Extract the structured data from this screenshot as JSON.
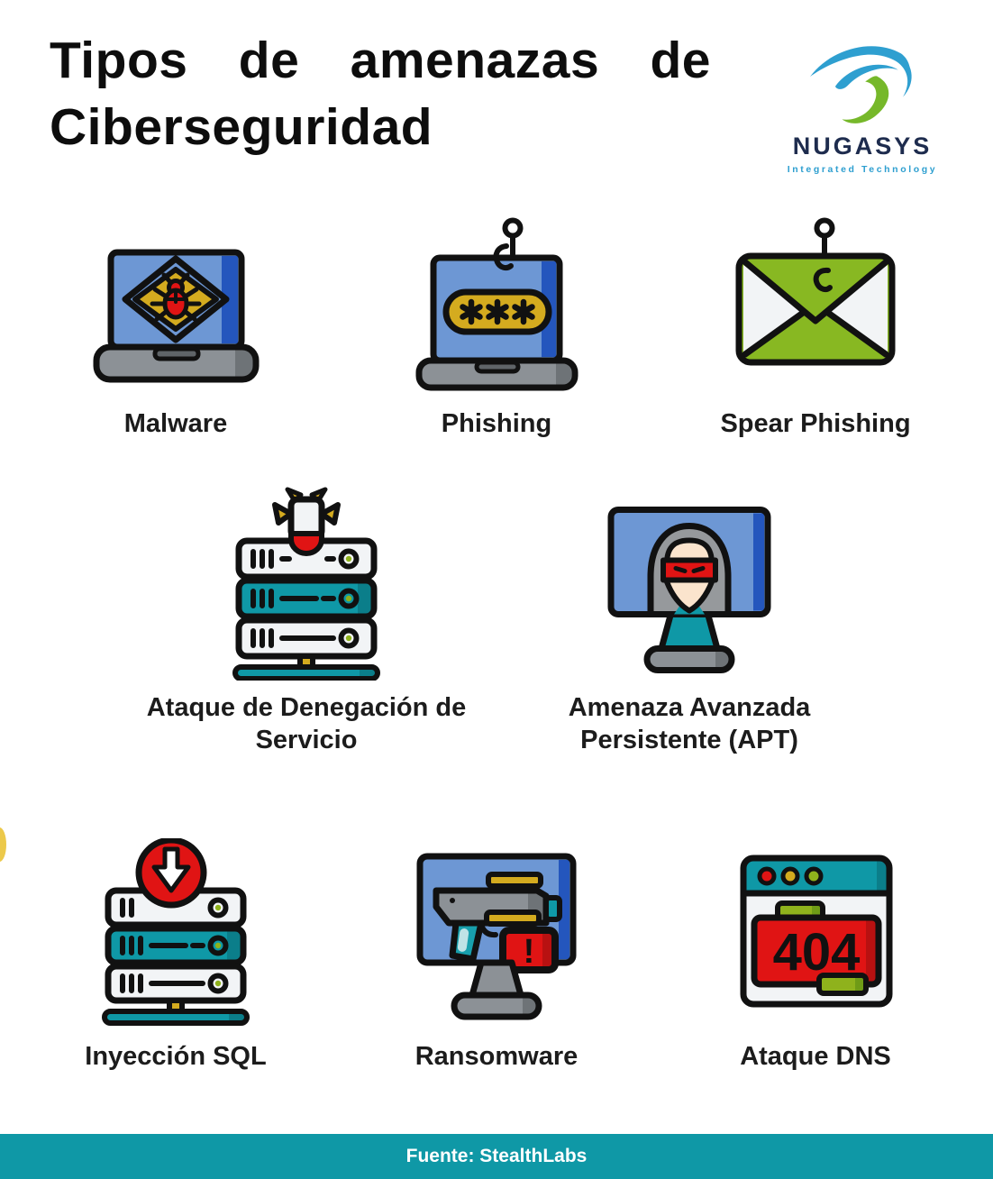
{
  "page": {
    "title_line1": "Tipos de amenazas de",
    "title_line2": "Ciberseguridad",
    "background": "#ffffff"
  },
  "logo": {
    "name": "NUGASYS",
    "tagline": "Integrated Technology",
    "name_color": "#1e2c4e",
    "tagline_color": "#2e9fd0",
    "swoosh_blue": "#2e9fd0",
    "swoosh_green": "#76b82a"
  },
  "threats": [
    {
      "id": "malware",
      "label": "Malware",
      "icon": "malware-laptop-bug-icon"
    },
    {
      "id": "phishing",
      "label": "Phishing",
      "icon": "phishing-laptop-password-hook-icon"
    },
    {
      "id": "spear-phishing",
      "label": "Spear Phishing",
      "icon": "spear-phishing-envelope-hook-icon"
    },
    {
      "id": "dos",
      "label": "Ataque de Denegación de Servicio",
      "icon": "dos-server-bomb-icon"
    },
    {
      "id": "apt",
      "label": "Amenaza Avanzada Persistente (APT)",
      "icon": "apt-hacker-monitor-icon"
    },
    {
      "id": "sql-injection",
      "label": "Inyección SQL",
      "icon": "sql-injection-server-arrow-icon"
    },
    {
      "id": "ransomware",
      "label": "Ransomware",
      "icon": "ransomware-gun-monitor-icon"
    },
    {
      "id": "dns-attack",
      "label": "Ataque DNS",
      "icon": "dns-attack-404-browser-icon"
    }
  ],
  "icon_text": {
    "error_404": "404",
    "warning_mark": "!",
    "password_mask": "***"
  },
  "footer": {
    "text": "Fuente: StealthLabs",
    "background": "#0f98a6",
    "text_color": "#ffffff"
  },
  "colors": {
    "outline": "#111111",
    "screen_blue": "#6d97d4",
    "screen_blue_dark": "#2456bd",
    "gray": "#8c9196",
    "gray_dark": "#6e7377",
    "yellow": "#d4ab1f",
    "red": "#e01414",
    "red_dark": "#b81111",
    "green": "#88b822",
    "light_green": "#8fb21c",
    "teal": "#0f98a6",
    "teal_dark": "#0b7e8a",
    "white_fill": "#f2f4f6",
    "cream": "#fbe4cd"
  }
}
